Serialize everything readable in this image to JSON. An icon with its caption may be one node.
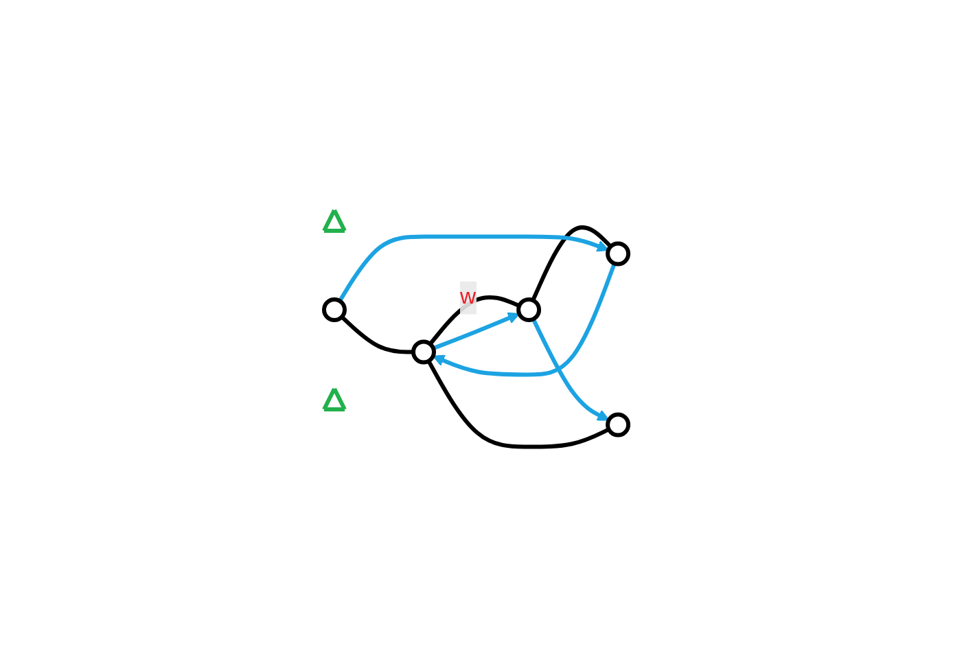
{
  "diagram": {
    "nodes": [
      {
        "text": [],
        "shape": "triangle"
      },
      {
        "text": [],
        "shape": "circle"
      },
      {
        "text": [],
        "shape": "circle"
      },
      {
        "text": [],
        "shape": "circle"
      },
      {
        "text": [],
        "shape": "circle"
      },
      {
        "text": [],
        "shape": "circle"
      },
      {
        "text": [],
        "shape": "triangle"
      }
    ],
    "edges": [
      {
        "from": 1,
        "to": 2,
        "arrow": "none"
      },
      {
        "from": 3,
        "to": 2,
        "arrow": "none"
      },
      {
        "from": 2,
        "to": 4,
        "arrow": "none",
        "label": "w"
      },
      {
        "from": 4,
        "to": 5,
        "arrow": "none"
      },
      {
        "from": 1,
        "to": 5,
        "arrow": "to",
        "color": "#1ca3e2"
      },
      {
        "from": 5,
        "to": 2,
        "arrow": "to",
        "color": "#1ca3e2"
      },
      {
        "from": 2,
        "to": 4,
        "arrow": "to",
        "color": "#1ca3e2"
      },
      {
        "from": 4,
        "to": 3,
        "arrow": "to",
        "color": "#1ca3e2"
      }
    ]
  }
}
